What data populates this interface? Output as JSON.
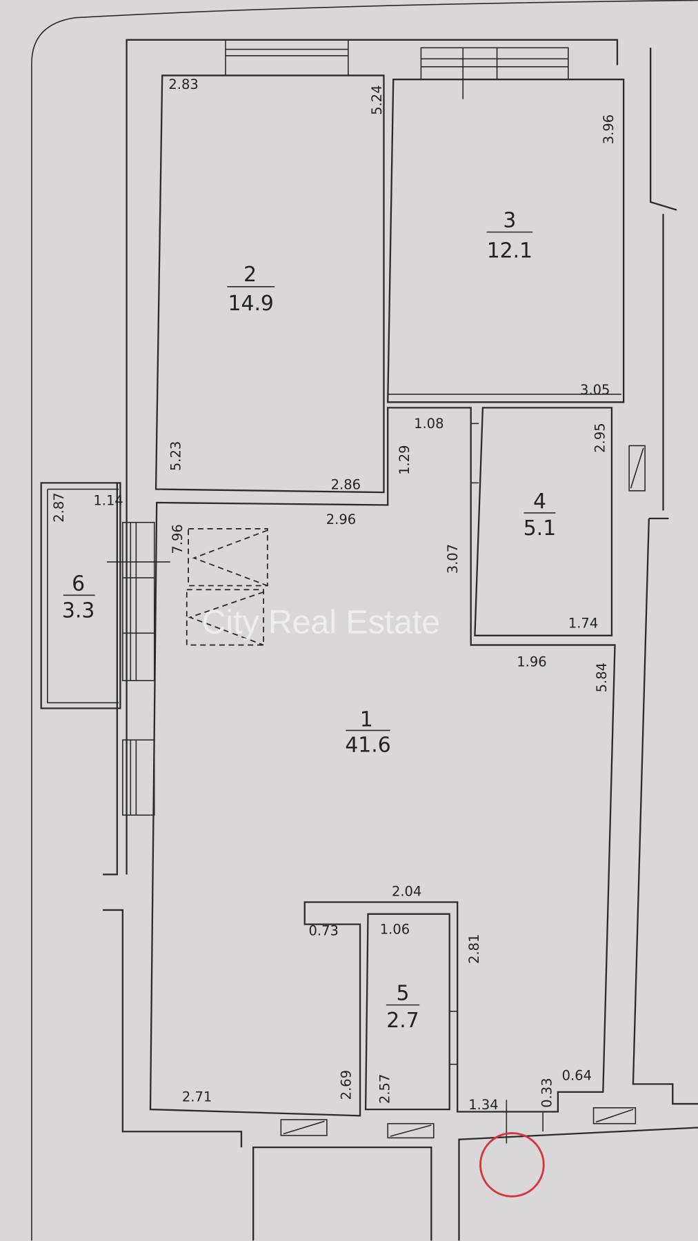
{
  "watermark": "City Real Estate",
  "rooms": [
    {
      "number": "1",
      "area": "41.6"
    },
    {
      "number": "2",
      "area": "14.9"
    },
    {
      "number": "3",
      "area": "12.1"
    },
    {
      "number": "4",
      "area": "5.1"
    },
    {
      "number": "5",
      "area": "2.7"
    },
    {
      "number": "6",
      "area": "3.3"
    }
  ],
  "dimensions": {
    "r2_top": "2.83",
    "r2_right": "5.24",
    "r2_left": "5.23",
    "r2_bottom": "2.86",
    "r3_right": "3.96",
    "r3_bottom": "3.05",
    "corr_top": "1.08",
    "corr_left": "1.29",
    "r4_right": "2.95",
    "r4_bottom": "1.74",
    "r1_top": "2.96",
    "r1_left": "7.96",
    "r1_mid": "3.07",
    "r1_step": "1.96",
    "r1_right": "5.84",
    "r1_closet_top": "2.04",
    "r1_closet_side": "0.73",
    "r1_bottom_left": "2.71",
    "r1_bottom_mid": "2.69",
    "r1_bottom_right": "1.34",
    "r1_notch_v": "0.33",
    "r1_notch_h": "0.64",
    "r5_top": "1.06",
    "r5_right": "2.81",
    "r5_left": "2.57",
    "r6_left": "2.87",
    "r6_top": "1.14"
  }
}
